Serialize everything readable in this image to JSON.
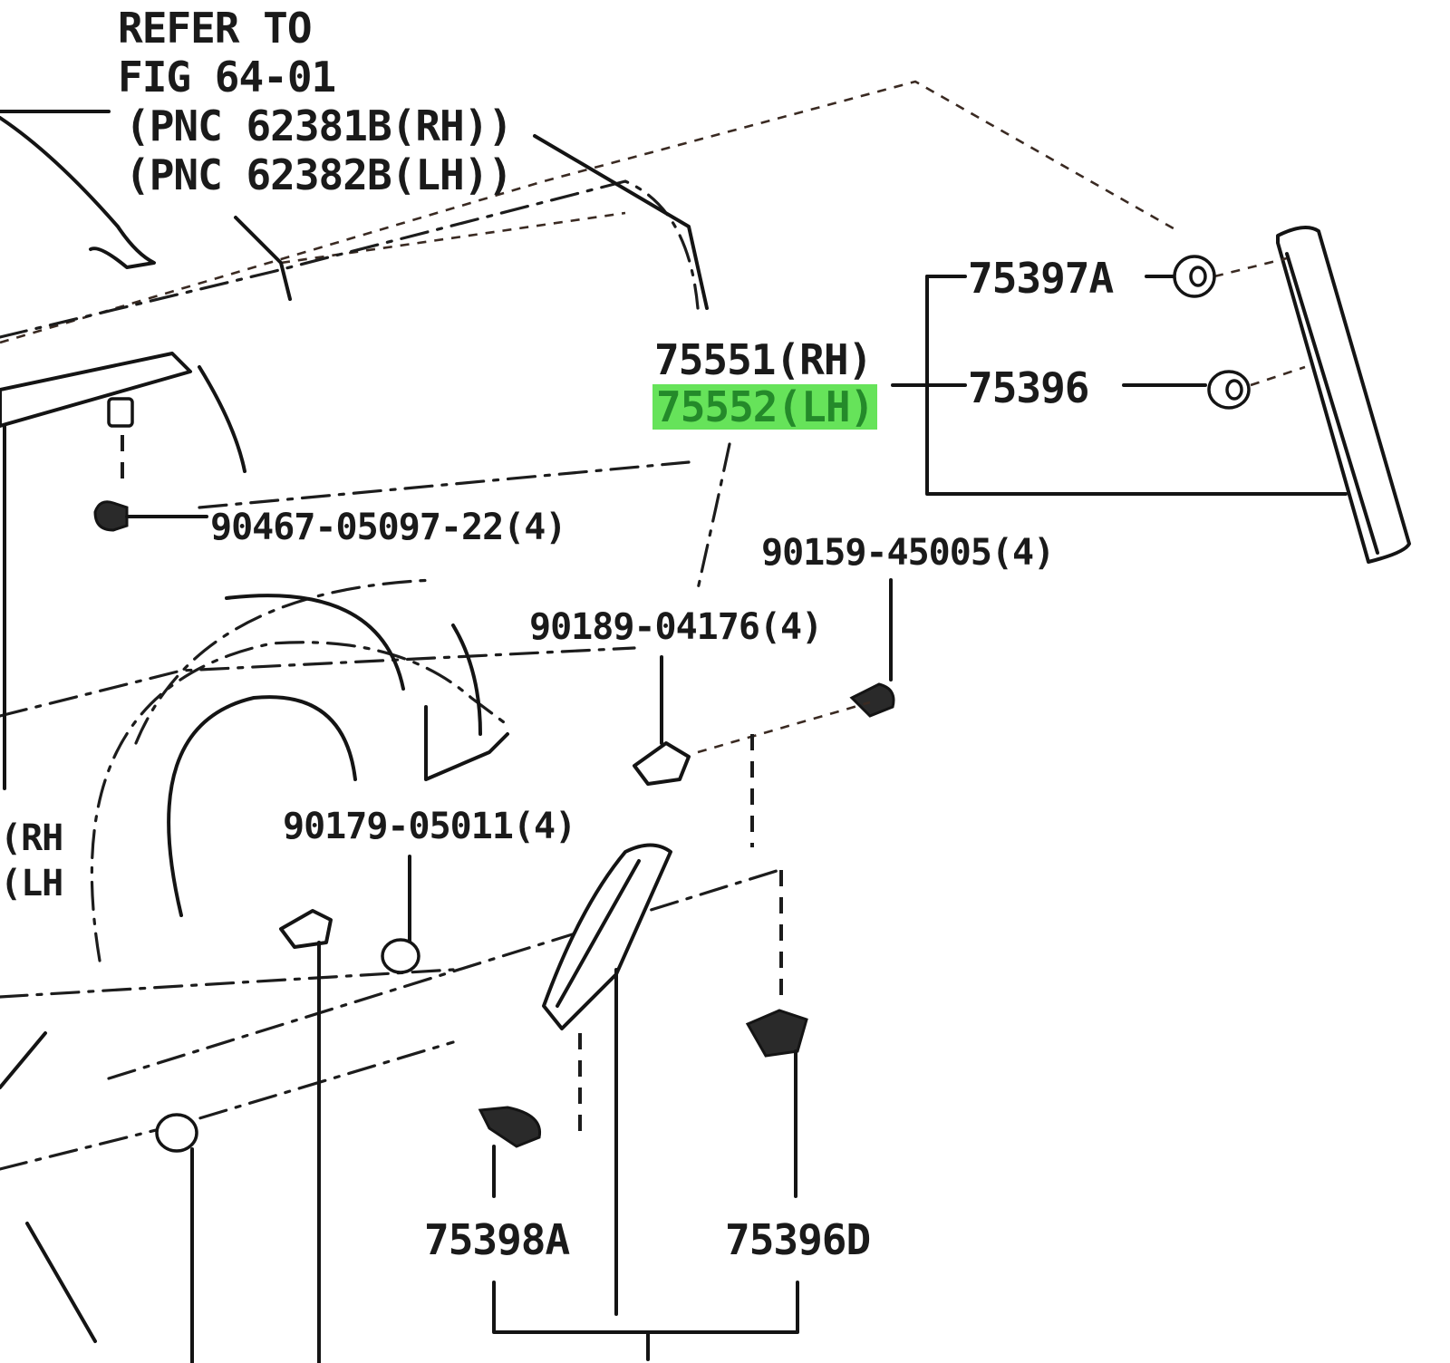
{
  "diagram": {
    "reference": {
      "line1": "REFER TO",
      "line2": "FIG 64-01",
      "line3": "(PNC 62381B(RH))",
      "line4": "(PNC 62382B(LH))"
    },
    "parts": {
      "p75397A": "75397A",
      "p75396": "75396",
      "p75551": "75551(RH)",
      "p75552": "75552(LH)",
      "p90467": "90467-05097-22(4)",
      "p90159": "90159-45005(4)",
      "p90189": "90189-04176(4)",
      "p90179": "90179-05011(4)",
      "p75398A": "75398A",
      "p75396D": "75396D",
      "leftRH": "(RH",
      "leftLH": "(LH"
    },
    "highlight_color": "#66e35a"
  }
}
